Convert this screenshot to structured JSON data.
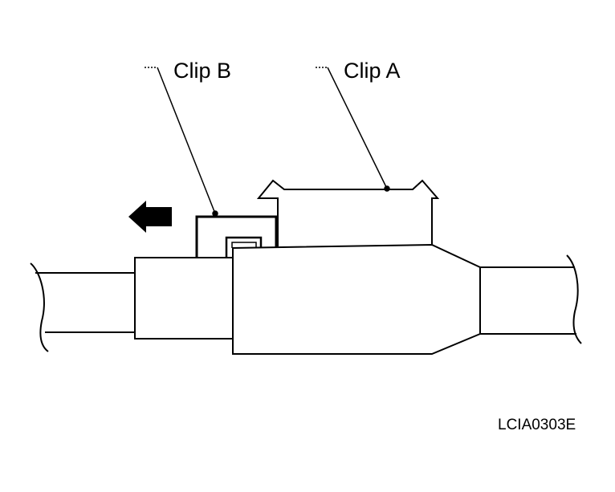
{
  "diagram": {
    "labels": {
      "clip_b": "Clip B",
      "clip_a": "Clip A"
    },
    "figure_code": "LCIA0303E",
    "colors": {
      "line": "#000000",
      "background": "#ffffff"
    },
    "icons": {
      "direction_arrow": "arrow-left-icon"
    }
  }
}
